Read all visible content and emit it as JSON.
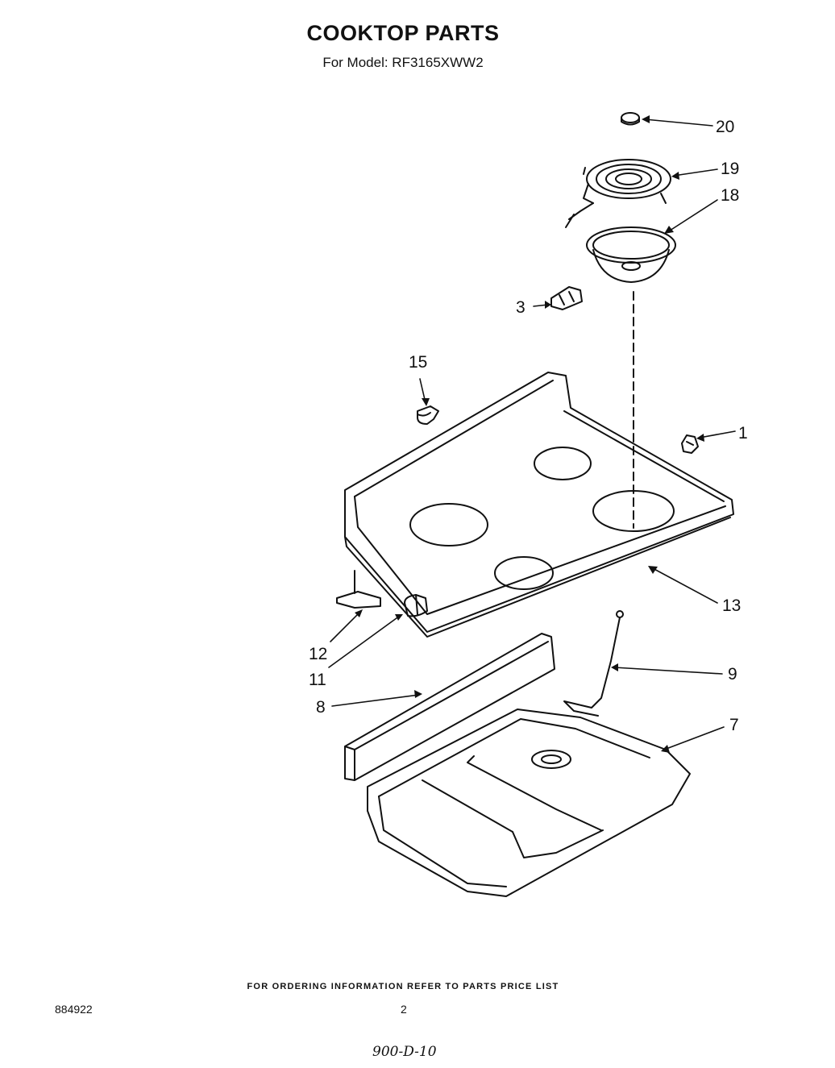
{
  "header": {
    "title": "COOKTOP PARTS",
    "subtitle": "For Model: RF3165XWW2"
  },
  "callouts": [
    "20",
    "19",
    "18",
    "3",
    "15",
    "1",
    "13",
    "12",
    "11",
    "9",
    "8",
    "7"
  ],
  "footer": {
    "note": "FOR ORDERING INFORMATION REFER TO PARTS PRICE LIST",
    "doc_number": "884922",
    "page_number": "2",
    "handwritten_code": "900-D-10"
  }
}
